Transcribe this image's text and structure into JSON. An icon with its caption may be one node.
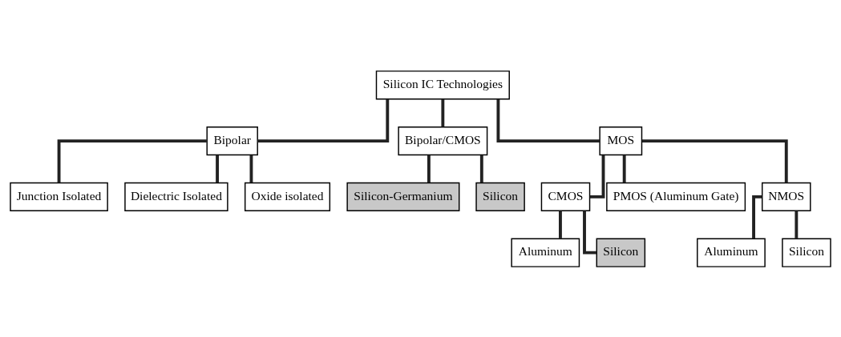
{
  "diagram": {
    "nodes": [
      {
        "text": [
          "Silicon IC Technologies"
        ]
      },
      {
        "text": [
          "Bipolar"
        ]
      },
      {
        "text": [
          "Bipolar/CMOS"
        ]
      },
      {
        "text": [
          "MOS"
        ]
      },
      {
        "text": [
          "Junction Isolated"
        ]
      },
      {
        "text": [
          "Dielectric Isolated"
        ]
      },
      {
        "text": [
          "Oxide isolated"
        ]
      },
      {
        "text": [
          "CMOS"
        ]
      },
      {
        "text": [
          "PMOS (Aluminum Gate)"
        ]
      },
      {
        "text": [
          "NMOS"
        ]
      },
      {
        "text": [
          "Silicon-Germanium"
        ]
      },
      {
        "text": [
          "Silicon"
        ]
      },
      {
        "text": [
          "Aluminum"
        ]
      },
      {
        "text": [
          "Silicon"
        ]
      },
      {
        "text": [
          "Aluminum"
        ]
      },
      {
        "text": [
          "Silicon"
        ]
      }
    ],
    "edges": [
      {
        "from": 0,
        "to": 1,
        "arrow": "none"
      },
      {
        "from": 0,
        "to": 2,
        "arrow": "none"
      },
      {
        "from": 0,
        "to": 3,
        "arrow": "none"
      },
      {
        "from": 1,
        "to": 4,
        "arrow": "none"
      },
      {
        "from": 1,
        "to": 5,
        "arrow": "none"
      },
      {
        "from": 1,
        "to": 6,
        "arrow": "none"
      },
      {
        "from": 3,
        "to": 7,
        "arrow": "none"
      },
      {
        "from": 3,
        "to": 8,
        "arrow": "none"
      },
      {
        "from": 3,
        "to": 9,
        "arrow": "none"
      },
      {
        "from": 2,
        "to": 10,
        "arrow": "none"
      },
      {
        "from": 2,
        "to": 11,
        "arrow": "none"
      },
      {
        "from": 7,
        "to": 12,
        "arrow": "none"
      },
      {
        "from": 7,
        "to": 13,
        "arrow": "none"
      },
      {
        "from": 9,
        "to": 14,
        "arrow": "none"
      },
      {
        "from": 9,
        "to": 15,
        "arrow": "none"
      }
    ]
  }
}
